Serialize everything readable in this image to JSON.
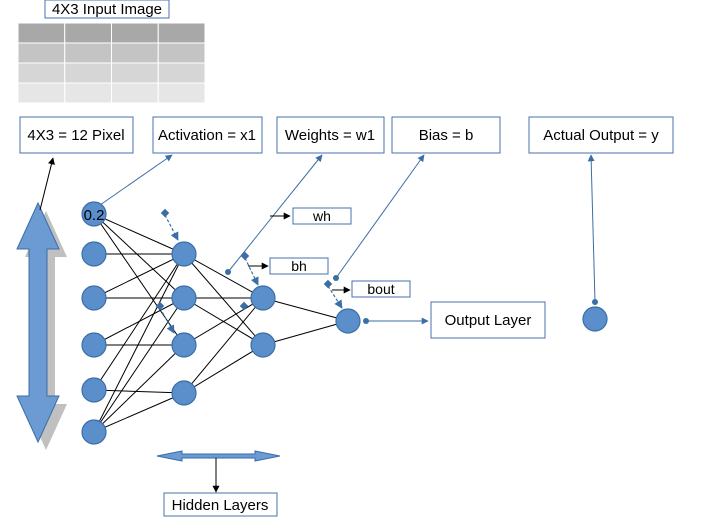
{
  "input_image": {
    "title": "4X3 Input Image",
    "grid_rows": 4,
    "grid_cols": 4,
    "row_colors": [
      "#a8a8a8",
      "#c4c4c4",
      "#d6d6d6",
      "#e6e6e6"
    ]
  },
  "labels": {
    "pixels": "4X3 = 12 Pixel",
    "activation": "Activation = x1",
    "weights": "Weights = w1",
    "bias": "Bias = b",
    "actual_output": "Actual Output = y",
    "wh": "wh",
    "bh": "bh",
    "bout": "bout",
    "output_layer": "Output Layer",
    "hidden_layers": "Hidden Layers",
    "input_value": "0.2"
  },
  "network": {
    "input_nodes": 6,
    "hidden_layer_1_nodes": 4,
    "hidden_layer_2_nodes": 2,
    "output_nodes": 1
  },
  "colors": {
    "node_fill": "#5b8fcc",
    "node_stroke": "#3a6ea5",
    "box_border": "#4472a8",
    "arrow_fill": "#6b9bd2"
  }
}
